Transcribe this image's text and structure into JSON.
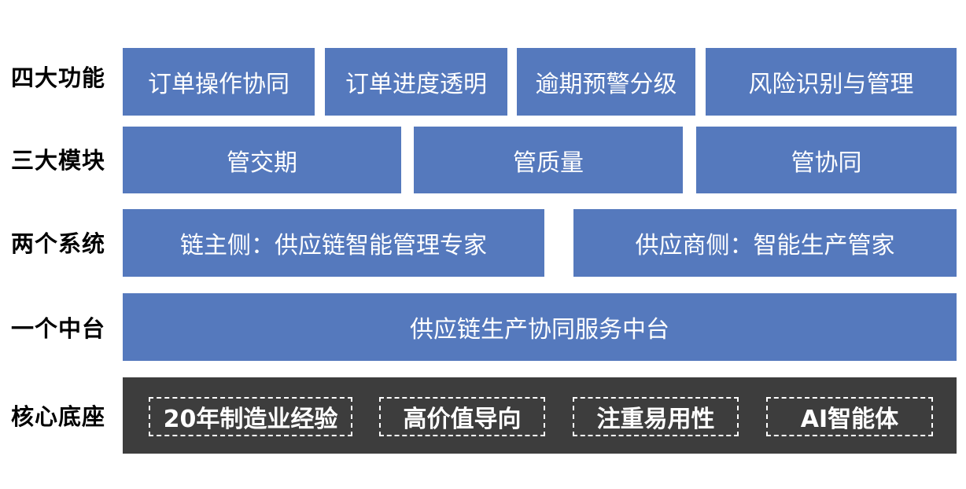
{
  "rows": {
    "functions": {
      "label": "四大功能",
      "items": [
        "订单操作协同",
        "订单进度透明",
        "逾期预警分级",
        "风险识别与管理"
      ]
    },
    "modules": {
      "label": "三大模块",
      "items": [
        "管交期",
        "管质量",
        "管协同"
      ]
    },
    "systems": {
      "label": "两个系统",
      "items": [
        "链主侧：供应链智能管理专家",
        "供应商侧：智能生产管家"
      ]
    },
    "platform": {
      "label": "一个中台",
      "items": [
        "供应链生产协同服务中台"
      ]
    },
    "foundation": {
      "label": "核心底座",
      "items": [
        "20年制造业经验",
        "高价值导向",
        "注重易用性",
        "AI智能体"
      ]
    }
  },
  "colors": {
    "block": "#5579BD",
    "base": "#3D3D3D",
    "text_on_block": "#FFFFFF",
    "label": "#000000"
  }
}
